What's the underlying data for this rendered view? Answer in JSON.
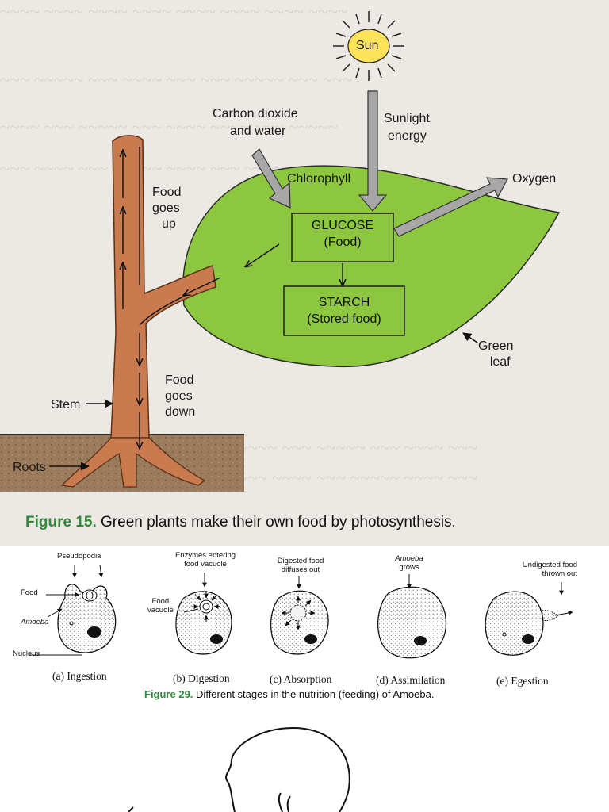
{
  "photosynthesis": {
    "sun_label": "Sun",
    "co2_label_line1": "Carbon dioxide",
    "co2_label_line2": "and water",
    "sunlight_line1": "Sunlight",
    "sunlight_line2": "energy",
    "chlorophyll_label": "Chlorophyll",
    "oxygen_label": "Oxygen",
    "glucose_line1": "GLUCOSE",
    "glucose_line2": "(Food)",
    "starch_line1": "STARCH",
    "starch_line2": "(Stored food)",
    "green_leaf_line1": "Green",
    "green_leaf_line2": "leaf",
    "food_up": [
      "Food",
      "goes",
      "up"
    ],
    "food_down": [
      "Food",
      "goes",
      "down"
    ],
    "stem_label": "Stem",
    "roots_label": "Roots",
    "figure_number": "Figure 15.",
    "figure_caption": "Green plants make their own food by photosynthesis."
  },
  "amoeba": {
    "pseudopodia": "Pseudopodia",
    "food": "Food",
    "amoeba_label": "Amoeba",
    "nucleus": "Nucleus",
    "enzymes_line1": "Enzymes entering",
    "enzymes_line2": "food vacuole",
    "food_vacuole_line1": "Food",
    "food_vacuole_line2": "vacuole",
    "digested_line1": "Digested food",
    "digested_line2": "diffuses out",
    "grows_line1": "Amoeba",
    "grows_line2": "grows",
    "undigested_line1": "Undigested food",
    "undigested_line2": "thrown out",
    "stages": [
      "(a) Ingestion",
      "(b) Digestion",
      "(c) Absorption",
      "(d) Assimilation",
      "(e) Egestion"
    ],
    "figure_number": "Figure 29.",
    "figure_caption": "Different stages in the nutrition (feeding) of Amoeba."
  },
  "colors": {
    "leaf": "#8dc63f",
    "stem": "#c97a4e",
    "soil": "#9a7b5c",
    "sun": "#fde25a",
    "caption_green": "#2f8a3b"
  }
}
